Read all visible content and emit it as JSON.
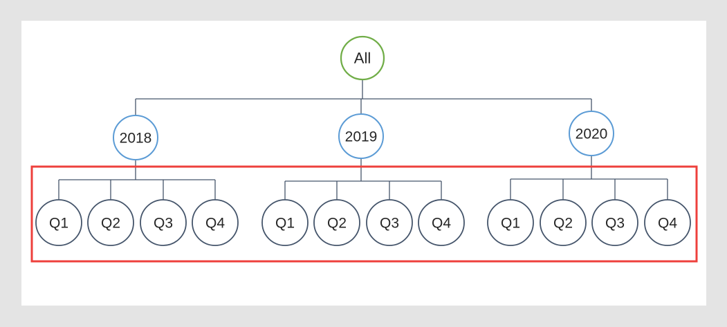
{
  "colors": {
    "background": "#E4E4E4",
    "card": "#FFFFFF",
    "connector": "#44546A",
    "root_stroke": "#70AD47",
    "year_stroke": "#5B9BD5",
    "quarter_stroke": "#44546A",
    "highlight": "#EE403C",
    "text": "#262626"
  },
  "tree": {
    "type": "hierarchy",
    "root": {
      "label": "All"
    },
    "years": [
      {
        "label": "2018",
        "quarters": [
          "Q1",
          "Q2",
          "Q3",
          "Q4"
        ]
      },
      {
        "label": "2019",
        "quarters": [
          "Q1",
          "Q2",
          "Q3",
          "Q4"
        ]
      },
      {
        "label": "2020",
        "quarters": [
          "Q1",
          "Q2",
          "Q3",
          "Q4"
        ]
      }
    ],
    "highlighted_level": "quarters"
  }
}
